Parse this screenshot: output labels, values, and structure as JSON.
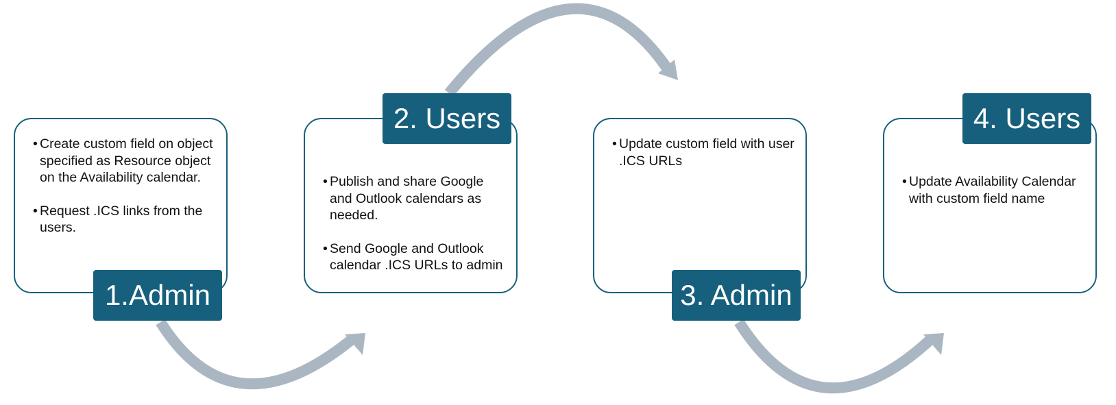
{
  "diagram": {
    "accent_color": "#17607d",
    "arrow_color": "#aab7c2",
    "steps": [
      {
        "label": "1.Admin",
        "bullets": [
          "Create custom field on object specified as Resource object on the Availability calendar.",
          "Request .ICS links from the users."
        ]
      },
      {
        "label": "2. Users",
        "bullets": [
          "Publish and share Google and Outlook calendars as needed.",
          "Send Google and Outlook calendar .ICS URLs to admin"
        ]
      },
      {
        "label": "3. Admin",
        "bullets": [
          "Update custom field with user .ICS URLs"
        ]
      },
      {
        "label": "4. Users",
        "bullets": [
          "Update Availability Calendar with custom field name"
        ]
      }
    ]
  }
}
